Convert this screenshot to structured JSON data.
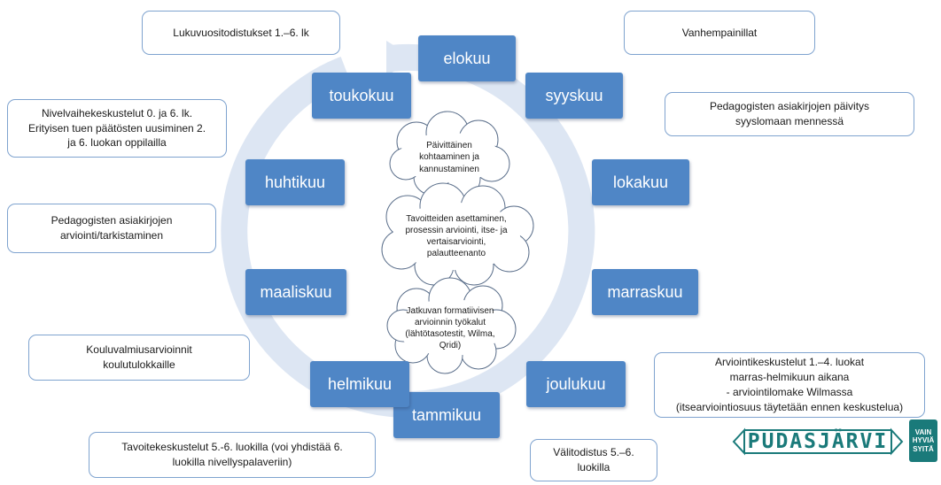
{
  "months": [
    {
      "id": "elokuu",
      "label": "elokuu"
    },
    {
      "id": "syyskuu",
      "label": "syyskuu"
    },
    {
      "id": "lokakuu",
      "label": "lokakuu"
    },
    {
      "id": "marraskuu",
      "label": "marraskuu"
    },
    {
      "id": "joulukuu",
      "label": "joulukuu"
    },
    {
      "id": "tammikuu",
      "label": "tammikuu"
    },
    {
      "id": "helmikuu",
      "label": "helmikuu"
    },
    {
      "id": "maaliskuu",
      "label": "maaliskuu"
    },
    {
      "id": "huhtikuu",
      "label": "huhtikuu"
    },
    {
      "id": "toukokuu",
      "label": "toukokuu"
    }
  ],
  "notes": [
    {
      "id": "lukuvuositodistukset",
      "text": "Lukuvuositodistukset 1.–6. lk"
    },
    {
      "id": "vanhempainillat",
      "text": "Vanhempainillat"
    },
    {
      "id": "pedagogisten-paivitys",
      "text": "Pedagogisten asiakirjojen päivitys\nsyyslomaan mennessä"
    },
    {
      "id": "nivelvaihekeskustelut",
      "text": "Nivelvaihekeskustelut 0. ja 6. lk.\nErityisen tuen päätösten uusiminen  2.\nja 6. luokan oppilailla"
    },
    {
      "id": "pedagogisten-arviointi",
      "text": "Pedagogisten asiakirjojen\narviointi/tarkistaminen"
    },
    {
      "id": "kouluvalmiusarvioinnit",
      "text": "Kouluvalmiusarvioinnit\nkoulutulokkaille"
    },
    {
      "id": "arviointikeskustelut",
      "text": "Arviointikeskustelut 1.–4. luokat\nmarras-helmikuun aikana\n- arviointilomake Wilmassa\n(itsearviointiosuus täytetään ennen keskustelua)"
    },
    {
      "id": "tavoitekeskustelut",
      "text": "Tavoitekeskustelut 5.-6. luokilla (voi yhdistää 6.\nluokilla nivellyspalaveriin)"
    },
    {
      "id": "valitodistus",
      "text": "Välitodistus 5.–6.\nluokilla"
    }
  ],
  "clouds": [
    {
      "id": "paivittainen",
      "text": "Päivittäinen\nkohtaaminen ja\nkannustaminen"
    },
    {
      "id": "tavoitteiden",
      "text": "Tavoitteiden asettaminen,\nprosessin arviointi, itse- ja\nvertaisarviointi,\npalautteenanto"
    },
    {
      "id": "jatkuvan",
      "text": "Jatkuvan formatiivisen\narvioinnin työkalut\n(lähtötasotestit, Wilma,\nQridi)"
    }
  ],
  "logo": {
    "name": "PUDASJÄRVI",
    "badge_lines": [
      "VAIN",
      "HYVIÄ",
      "SYITÄ"
    ]
  },
  "colors": {
    "month_box": "#4f86c6",
    "ring": "#dde6f3",
    "note_border": "#7fa3cf",
    "cloud_border": "#5a6e8a",
    "logo": "#1a7a7a"
  }
}
